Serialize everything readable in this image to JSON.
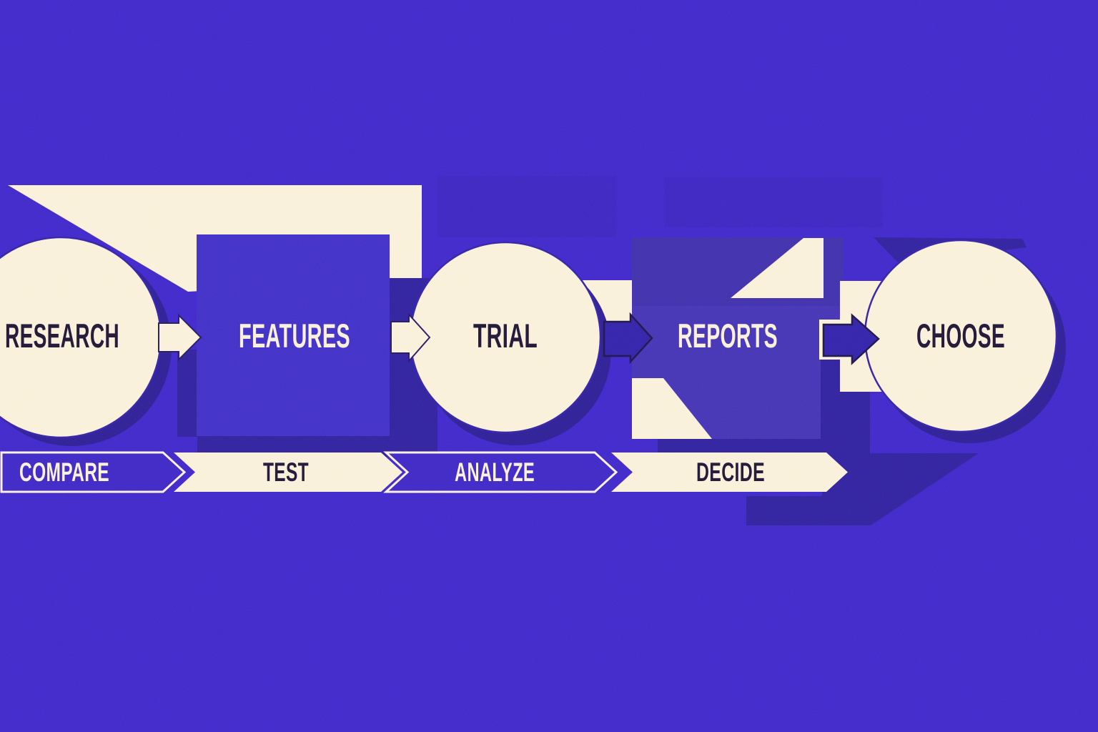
{
  "diagram": {
    "type": "process-flow",
    "steps": [
      {
        "label": "RESEARCH",
        "shape": "circle"
      },
      {
        "label": "FEATURES",
        "shape": "square"
      },
      {
        "label": "TRIAL",
        "shape": "circle"
      },
      {
        "label": "REPORTS",
        "shape": "square"
      },
      {
        "label": "CHOOSE",
        "shape": "circle"
      }
    ],
    "connectors": [
      {
        "from": "RESEARCH",
        "to": "FEATURES",
        "style": "cream-arrow"
      },
      {
        "from": "FEATURES",
        "to": "TRIAL",
        "style": "cream-arrow"
      },
      {
        "from": "TRIAL",
        "to": "REPORTS",
        "style": "navy-arrow"
      },
      {
        "from": "REPORTS",
        "to": "CHOOSE",
        "style": "navy-arrow"
      }
    ],
    "ribbon": [
      {
        "label": "COMPARE",
        "style": "blue-outlined"
      },
      {
        "label": "TEST",
        "style": "cream"
      },
      {
        "label": "ANALYZE",
        "style": "blue-outlined"
      },
      {
        "label": "DECIDE",
        "style": "cream"
      }
    ],
    "colors": {
      "background": "#3c23cb",
      "cream": "#faf0da",
      "features_box": "#3d2bc7",
      "reports_box": "#4130b5",
      "shadow_navy": "#2c1c9e",
      "crescent_navy": "#2a1a96",
      "arrow_navy": "#2e1daa",
      "chevron_blue": "#3b23c6",
      "text_dark": "#1b1133"
    }
  }
}
